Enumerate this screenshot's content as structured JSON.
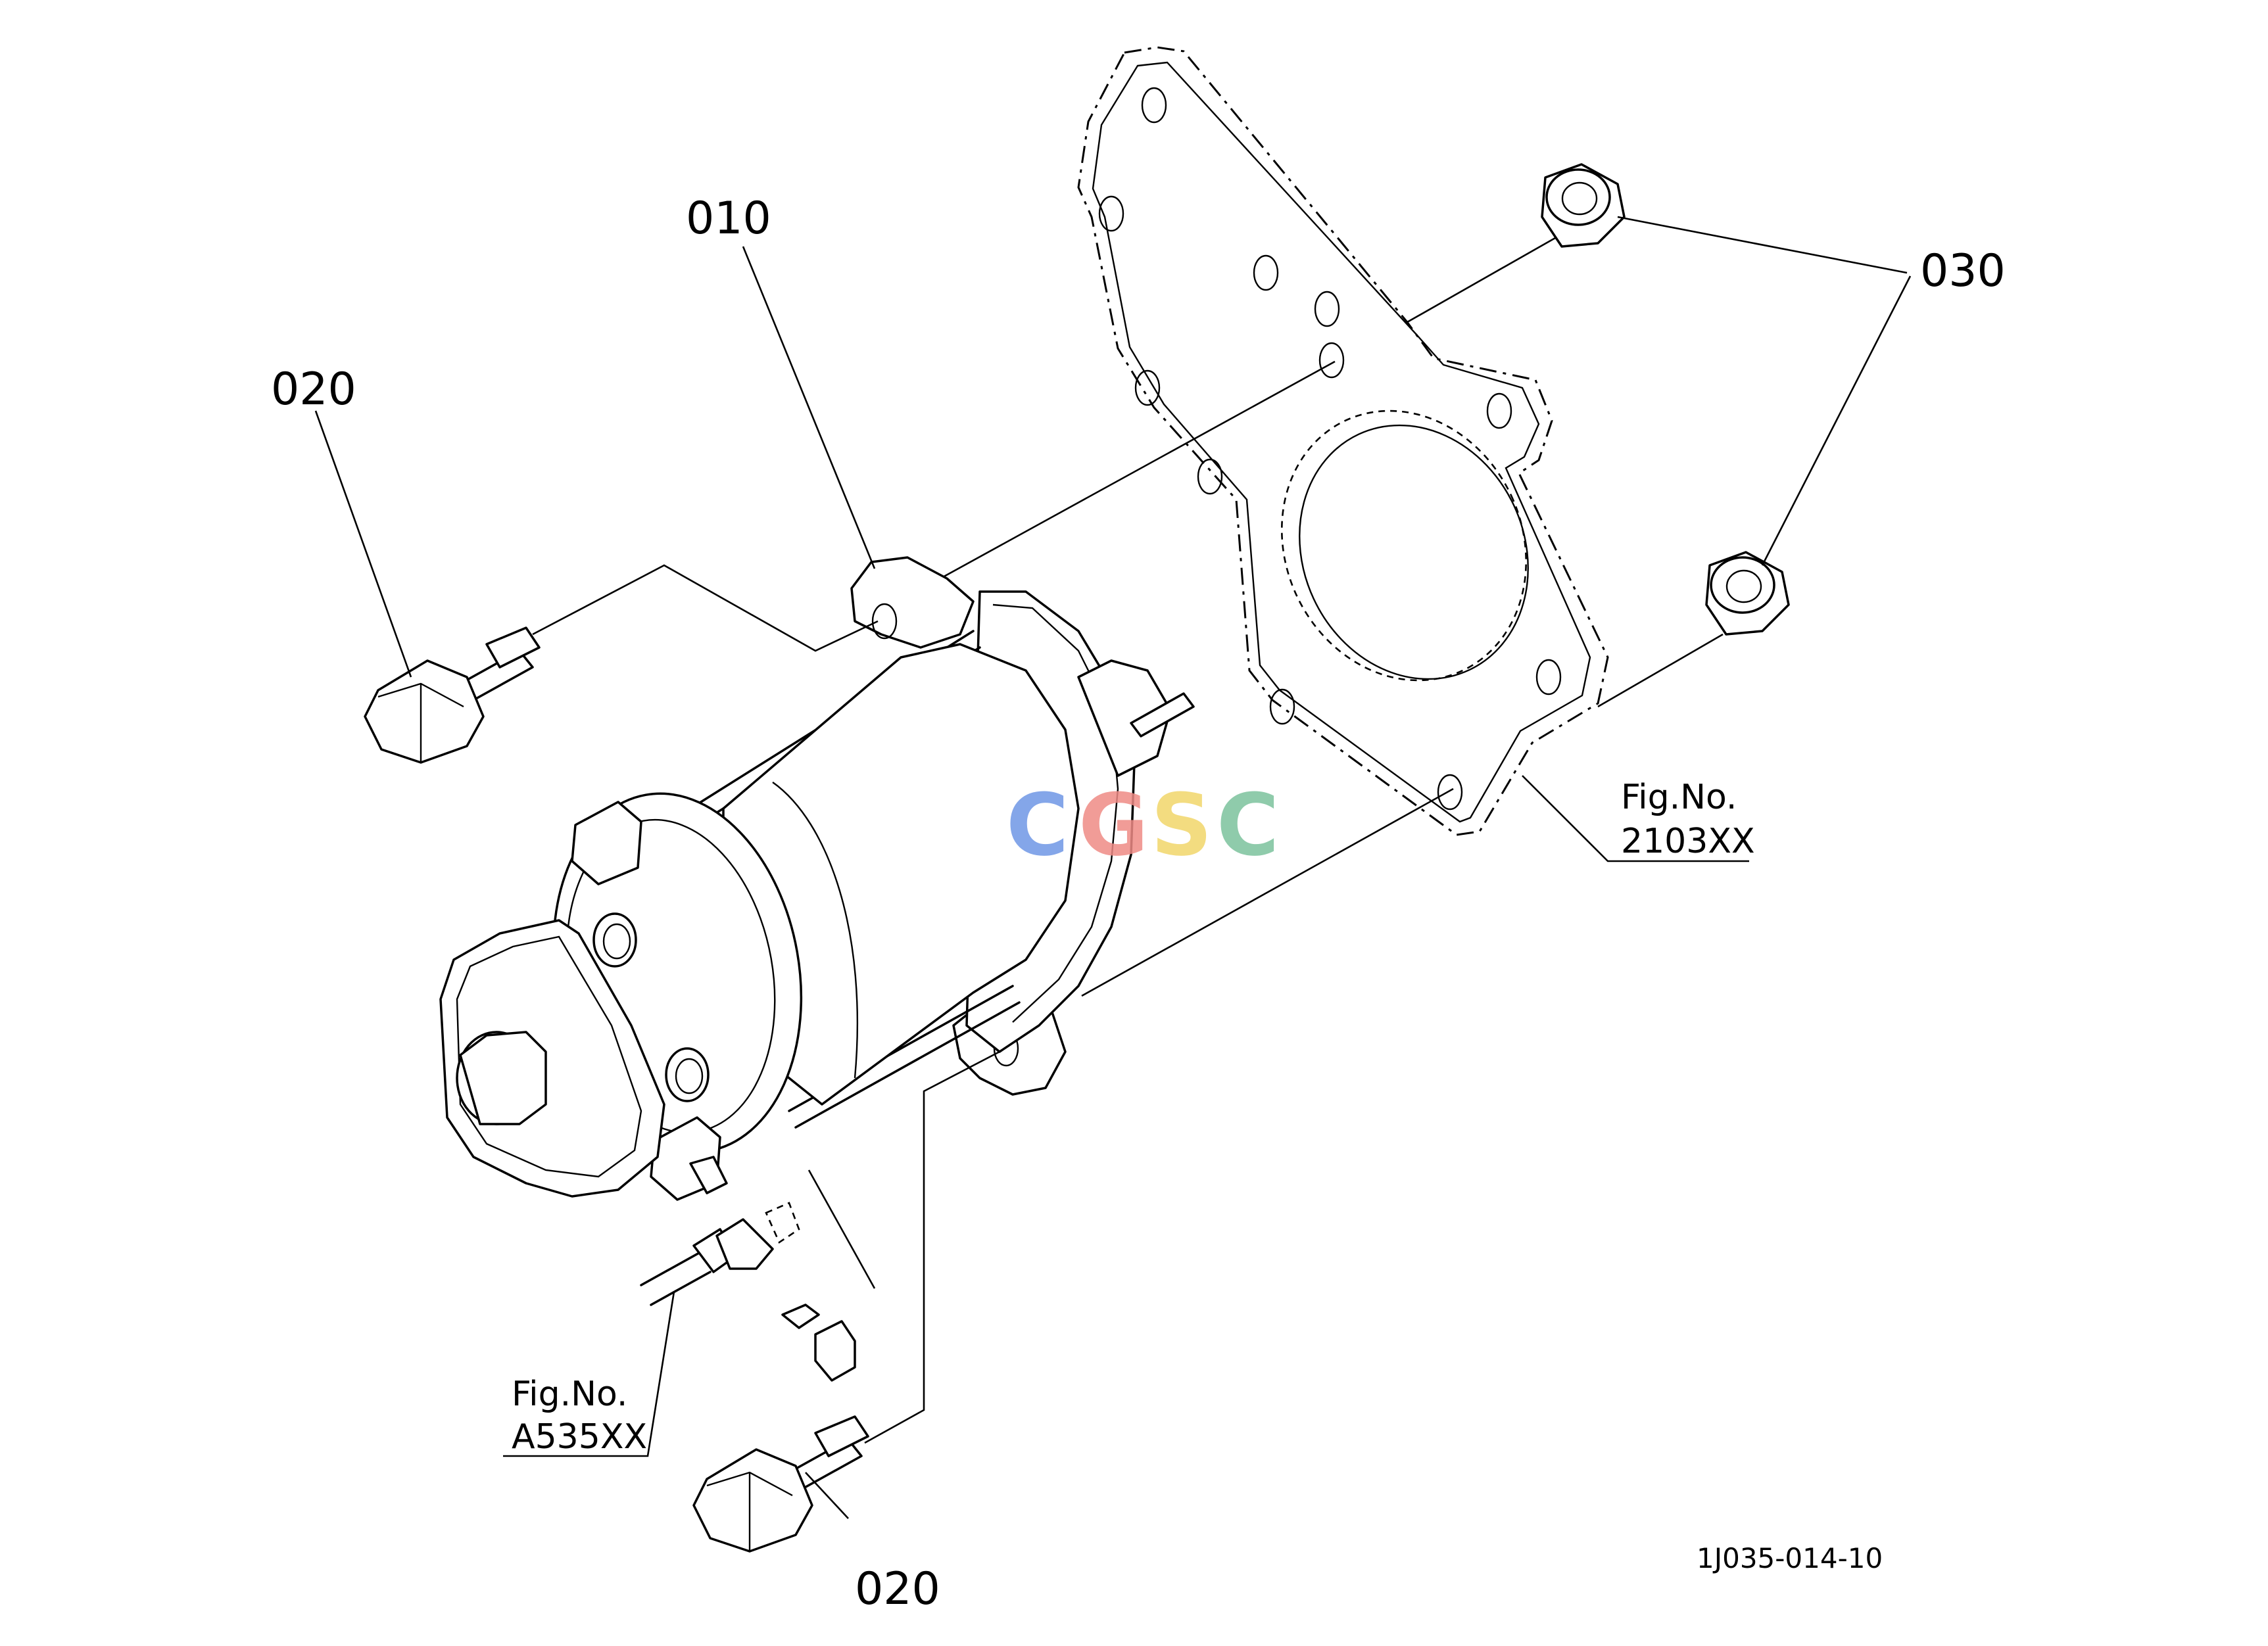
{
  "callouts": {
    "starter": "010",
    "bolt_top": "020",
    "bolt_bottom": "020",
    "collar": "030"
  },
  "references": {
    "flange": {
      "line1": "Fig.No.",
      "line2": "2103XX"
    },
    "cable": {
      "line1": "Fig.No.",
      "line2": "A535XX"
    }
  },
  "drawing_code": "1J035-014-10",
  "watermark": {
    "letters": [
      "C",
      "G",
      "S",
      "C"
    ],
    "colors": [
      "#6f97e6",
      "#ef8b86",
      "#f2d66b",
      "#7cc29d"
    ]
  }
}
